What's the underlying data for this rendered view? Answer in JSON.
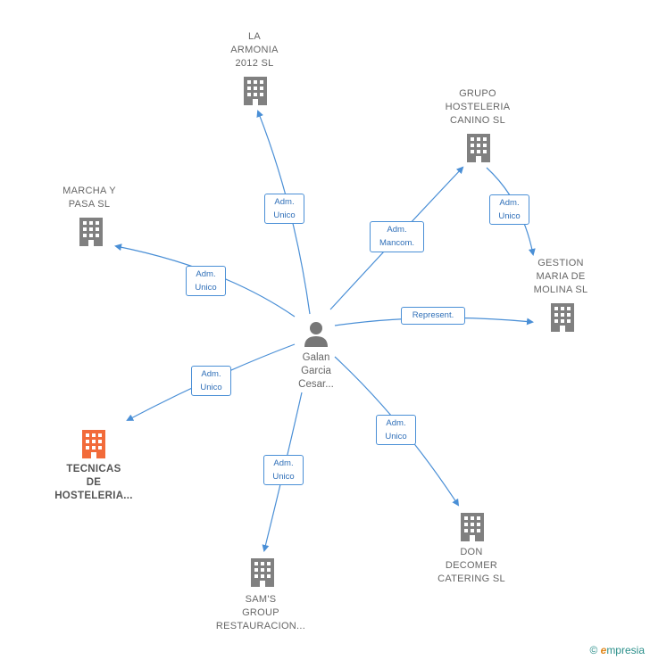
{
  "center": {
    "name": "Galan\nGarcia\nCesar..."
  },
  "nodes": [
    {
      "id": "la-armonia",
      "label": "LA\nARMONIA\n2012 SL",
      "highlight": false
    },
    {
      "id": "grupo-hosteleria",
      "label": "GRUPO\nHOSTELERIA\nCANINO  SL",
      "highlight": false
    },
    {
      "id": "marcha-y-pasa",
      "label": "MARCHA Y\nPASA SL",
      "highlight": false
    },
    {
      "id": "gestion-maria",
      "label": "GESTION\nMARIA DE\nMOLINA  SL",
      "highlight": false
    },
    {
      "id": "tecnicas-hosteleria",
      "label": "TECNICAS\nDE\nHOSTELERIA...",
      "highlight": true
    },
    {
      "id": "don-decomer",
      "label": "DON\nDECOMER\nCATERING SL",
      "highlight": false
    },
    {
      "id": "sams-group",
      "label": "SAM'S\nGROUP\nRESTAURACION...",
      "highlight": false
    }
  ],
  "relations": [
    {
      "id": "rel-la-armonia",
      "label": "Adm.\nUnico"
    },
    {
      "id": "rel-grupo",
      "label": "Adm.\nMancom."
    },
    {
      "id": "rel-grupo-gestion",
      "label": "Adm.\nUnico"
    },
    {
      "id": "rel-marcha",
      "label": "Adm.\nUnico"
    },
    {
      "id": "rel-gestion",
      "label": "Represent."
    },
    {
      "id": "rel-tecnicas",
      "label": "Adm.\nUnico"
    },
    {
      "id": "rel-don",
      "label": "Adm.\nUnico"
    },
    {
      "id": "rel-sams",
      "label": "Adm.\nUnico"
    }
  ],
  "colors": {
    "edge": "#4a8fd6",
    "building": "#808080",
    "building_highlight": "#f26b3a",
    "person": "#777777"
  },
  "footer": {
    "copyright": "©",
    "brand_initial": "e",
    "brand_rest": "mpresia"
  }
}
